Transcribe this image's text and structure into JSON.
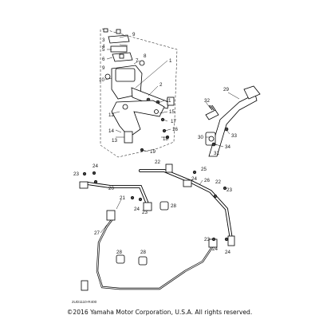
{
  "diagram": {
    "callouts": [
      "1",
      "2",
      "3",
      "4",
      "5",
      "6",
      "7",
      "8",
      "9",
      "10",
      "11",
      "12",
      "13",
      "14",
      "15",
      "16",
      "17",
      "18",
      "19",
      "20",
      "21",
      "22",
      "23",
      "24",
      "25",
      "26",
      "27",
      "28",
      "29",
      "30",
      "31",
      "32",
      "33",
      "34"
    ],
    "repeat_labels": {
      "d22b": "22",
      "d23b": "23",
      "d23c": "23",
      "d23d": "23",
      "d24b": "24",
      "d24c": "24",
      "d24d": "24",
      "d24e": "24",
      "d28b": "28",
      "d28c": "28",
      "d9b": "9"
    },
    "reference_code": "2UD1110-R400"
  },
  "footer": {
    "copyright": "©2016 Yamaha Motor Corporation, U.S.A. All rights reserved."
  }
}
